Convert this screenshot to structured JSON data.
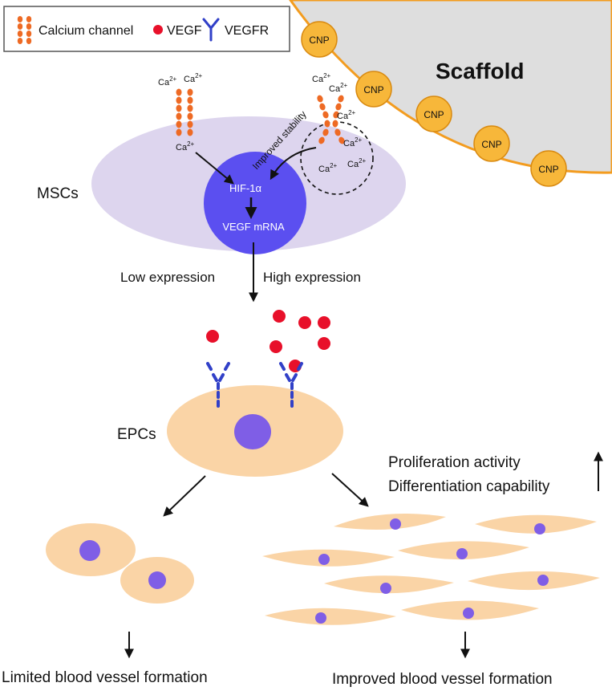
{
  "legend": {
    "calcium_channel": "Calcium channel",
    "vegf": "VEGF",
    "vegfr": "VEGFR"
  },
  "labels": {
    "scaffold": "Scaffold",
    "cnp": "CNP",
    "msc": "MSCs",
    "hif": "HIF-1α",
    "vegf_mrna": "VEGF mRNA",
    "improved_stability": "Improved stability",
    "ca": "Ca",
    "ca_charge": "2+",
    "low_expression": "Low expression",
    "high_expression": "High expression",
    "epc": "EPCs",
    "proliferation": "Proliferation activity",
    "differentiation": "Differentiation capability",
    "limited": "Limited blood vessel formation",
    "improved": "Improved blood vessel formation"
  },
  "colors": {
    "scaffold_fill": "#dedede",
    "scaffold_edge": "#f39c1f",
    "cnp_fill": "#f7b73a",
    "cnp_edge": "#d98a10",
    "msc_fill": "#ddd5ee",
    "nucleus_blue": "#5b4ff0",
    "cell_fill": "#fad4a6",
    "cell_nucleus": "#7f5ee6",
    "channel": "#ee6a24",
    "vegf": "#e8102a",
    "vegfr": "#3140c8"
  }
}
